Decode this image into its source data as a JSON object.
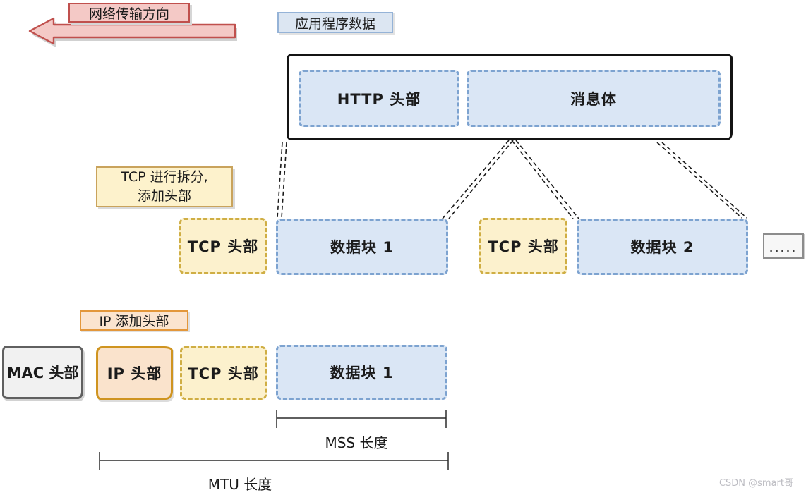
{
  "palette": {
    "arrow_fill": "#f4c9c6",
    "arrow_border": "#c0504d",
    "app_label_fill": "#dce6f2",
    "app_label_border": "#95b3d7",
    "blue_block_fill": "#dae6f5",
    "blue_block_border": "#7da3d0",
    "yellow_block_fill": "#fcf1cd",
    "yellow_block_border": "#cfae44",
    "yellow_note_fill": "#fdf2cc",
    "yellow_note_border": "#c9a35c",
    "orange_note_fill": "#fbe4cf",
    "orange_note_border": "#e3973b",
    "ip_block_fill": "#fae3cc",
    "ip_block_border": "#cf9420",
    "mac_block_fill": "#f1f1f1",
    "mac_block_border": "#606060",
    "outer_box_border": "#141414"
  },
  "labels": {
    "direction": "网络传输方向",
    "app_data": "应用程序数据",
    "http_header": "HTTP 头部",
    "message_body": "消息体",
    "tcp_note_line1": "TCP 进行拆分,",
    "tcp_note_line2": "添加头部",
    "tcp_header": "TCP 头部",
    "data_block_1": "数据块 1",
    "data_block_2": "数据块 2",
    "more": ".....",
    "ip_note": "IP 添加头部",
    "mac_header": "MAC 头部",
    "ip_header": "IP 头部",
    "mss": "MSS 长度",
    "mtu": "MTU 长度",
    "watermark": "CSDN @smart哥"
  }
}
